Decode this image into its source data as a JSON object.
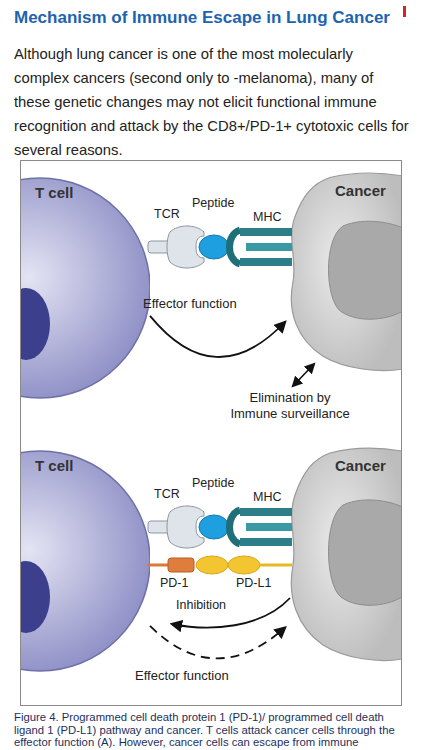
{
  "diagram": {
    "title": "Mechanism of Immune Escape in Lung Cancer",
    "caption": "Figure 4. Programmed cell death protein 1 (PD-1)/ programmed cell death ligand 1 (PD-L1) pathway and cancer. T cells attack cancer cells through the effector function (A). However, cancer cells can escape from immune",
    "nodes": [
      {
        "text": [
          "T cell"
        ]
      },
      {
        "text": [
          "Cancer"
        ]
      },
      {
        "text": [
          "T cell"
        ]
      },
      {
        "text": [
          "Cancer"
        ]
      }
    ],
    "edges": [
      {
        "from": 0,
        "to": 1,
        "arrow": "to",
        "label": "Effector function"
      },
      {
        "from": 2,
        "to": 3,
        "arrow": "to",
        "label": "Effector function"
      }
    ],
    "labels": [
      "Although lung cancer is one of the most molecularly complex cancers (second only to -melanoma), many of these genetic changes may not elicit functional immune recognition and attack by the CD8+/PD-1+ cytotoxic cells for several reasons.",
      "TCR",
      "Peptide",
      "MHC",
      "Elimination by Immune surveillance",
      "TCR",
      "Peptide",
      "MHC",
      "PD-1",
      "PD-L1",
      "Inhibition"
    ]
  }
}
